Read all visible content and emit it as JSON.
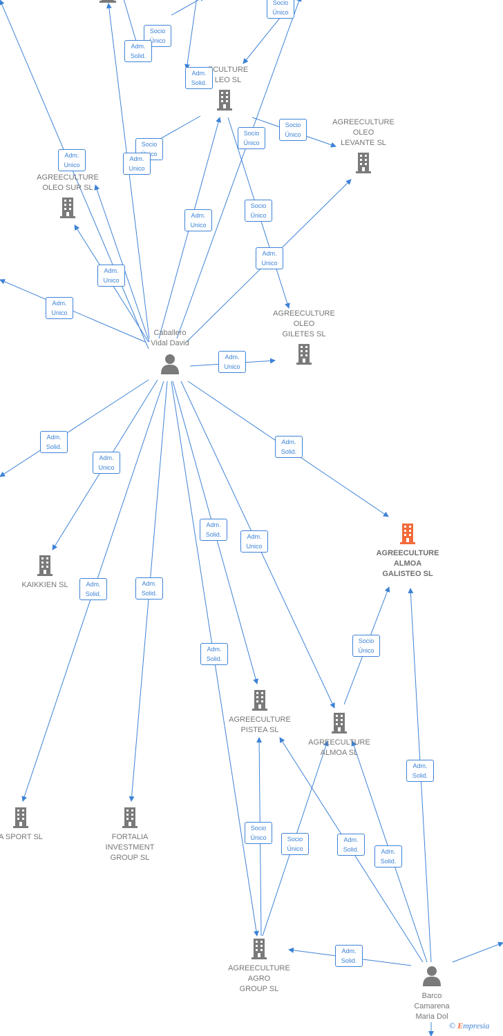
{
  "colors": {
    "edge": "#3d82d6",
    "building": "#7a7a7a",
    "building_main": "#f26b3a",
    "person": "#7a7a7a"
  },
  "nodes": [
    {
      "id": "top-left-building",
      "label": "",
      "kind": "building"
    },
    {
      "id": "oleo-sl",
      "label": "ECULTURE\nLEO  SL",
      "kind": "building"
    },
    {
      "id": "oleo-levante",
      "label": "AGREECULTURE\nOLEO\nLEVANTE  SL",
      "kind": "building"
    },
    {
      "id": "oleo-sur",
      "label": "AGREECULTURE\nOLEO SUR  SL",
      "kind": "building"
    },
    {
      "id": "oleo-giletes",
      "label": "AGREECULTURE\nOLEO\nGILETES  SL",
      "kind": "building"
    },
    {
      "id": "caballero",
      "label": "Caballero\nVidal David",
      "kind": "person"
    },
    {
      "id": "almoa-galisteo",
      "label": "AGREECULTURE\nALMOA\nGALISTEO  SL",
      "kind": "main"
    },
    {
      "id": "kaikkien",
      "label": "KAIKKIEN SL",
      "kind": "building"
    },
    {
      "id": "pistea",
      "label": "AGREECULTURE\nPISTEA  SL",
      "kind": "building"
    },
    {
      "id": "almoa",
      "label": "AGREECULTURE\nALMOA  SL",
      "kind": "building"
    },
    {
      "id": "la-sport",
      "label": "LA SPORT SL",
      "kind": "building"
    },
    {
      "id": "fortalia",
      "label": "FORTALIA\nINVESTMENT\nGROUP SL",
      "kind": "building"
    },
    {
      "id": "agro-group",
      "label": "AGREECULTURE\nAGRO\nGROUP  SL",
      "kind": "building"
    },
    {
      "id": "barco",
      "label": "Barco\nCamarena\nMaria Dol",
      "kind": "person"
    }
  ],
  "edge_labels": [
    "Socio\nÚnico",
    "Socio\nÚnico",
    "Adm.\nSolid.",
    "Adm.\nSolid.",
    "Socio\nÚnico",
    "Socio\nÚnico",
    "Adm.\nUnico",
    "Socio\nÚnico",
    "Adm.\nUnico",
    "Adm.\nUnico",
    "Socio\nÚnico",
    "Adm.\nUnico",
    "Adm.\nUnico",
    "Adm.\nUnico",
    "Adm.\nUnico",
    "Adm.\nSolid.",
    "Adm.\nUnico",
    "Adm.\nSolid.",
    "Adm.\nSolid.",
    "Adm.\nSolid.",
    "Adm.\nSolid.",
    "Adm.\nUnico",
    "Socio\nÚnico",
    "Adm.\nSolid.",
    "Socio\nÚnico",
    "Socio\nÚnico",
    "Adm.\nSolid.",
    "Adm.\nSolid.",
    "Adm.\nSolid."
  ],
  "footer": {
    "copyright": "©",
    "brand_e": "E",
    "brand_rest": "mpresia"
  }
}
